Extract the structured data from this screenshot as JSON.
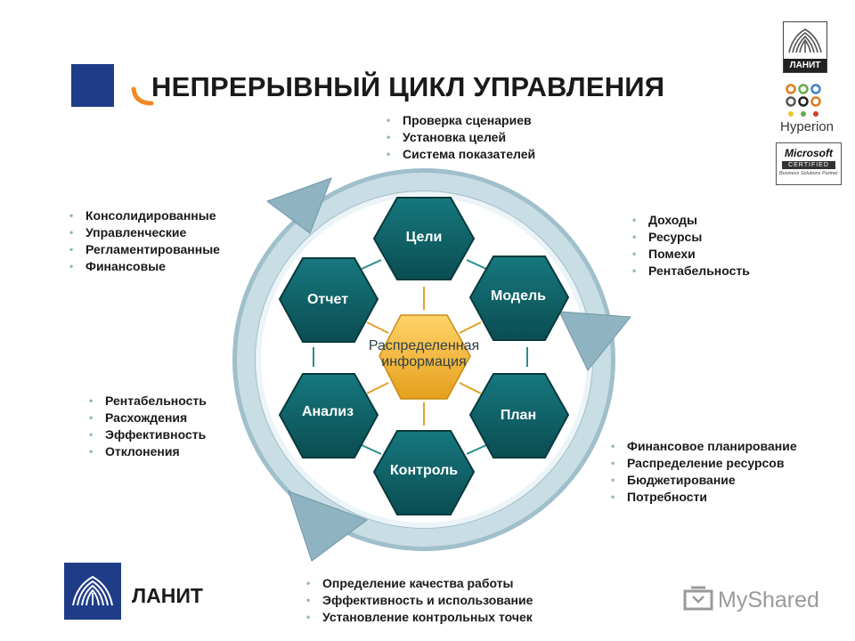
{
  "header": {
    "title": "НЕПРЕРЫВНЫЙ ЦИКЛ УПРАВЛЕНИЯ"
  },
  "colors": {
    "brand_blue": "#1f3c88",
    "hex_teal": "#0e5e63",
    "center_gold": "#f2b233",
    "ring": "#8fb3c0",
    "arrow_small": "#2a8c8c"
  },
  "cycle": {
    "center": "Распределенная информация",
    "nodes": {
      "top": "Цели",
      "upper_right": "Модель",
      "lower_right": "План",
      "bottom": "Контроль",
      "lower_left": "Анализ",
      "upper_left": "Отчет"
    }
  },
  "notes": {
    "top": [
      "Проверка сценариев",
      "Установка целей",
      "Система показателей"
    ],
    "upper_right": [
      "Доходы",
      "Ресурсы",
      "Помехи",
      "Рентабельность"
    ],
    "upper_left": [
      "Консолидированные",
      "Управленческие",
      "Регламентированные",
      "Финансовые"
    ],
    "lower_left": [
      "Рентабельность",
      "Расхождения",
      "Эффективность",
      "Отклонения"
    ],
    "lower_right": [
      "Финансовое планирование",
      "Распределение ресурсов",
      "Бюджетирование",
      "Потребности"
    ],
    "bottom": [
      "Определение качества работы",
      "Эффективность и использование",
      "Установление контрольных точек"
    ]
  },
  "logos": {
    "lanit_small": "ЛАНИТ",
    "hyperion": "Hyperion",
    "microsoft": "Microsoft",
    "microsoft_certified": "CERTIFIED",
    "microsoft_sub": "Business Solutions Partner",
    "lanit_bottom": "ЛАНИТ",
    "myshared": "MyShared"
  }
}
